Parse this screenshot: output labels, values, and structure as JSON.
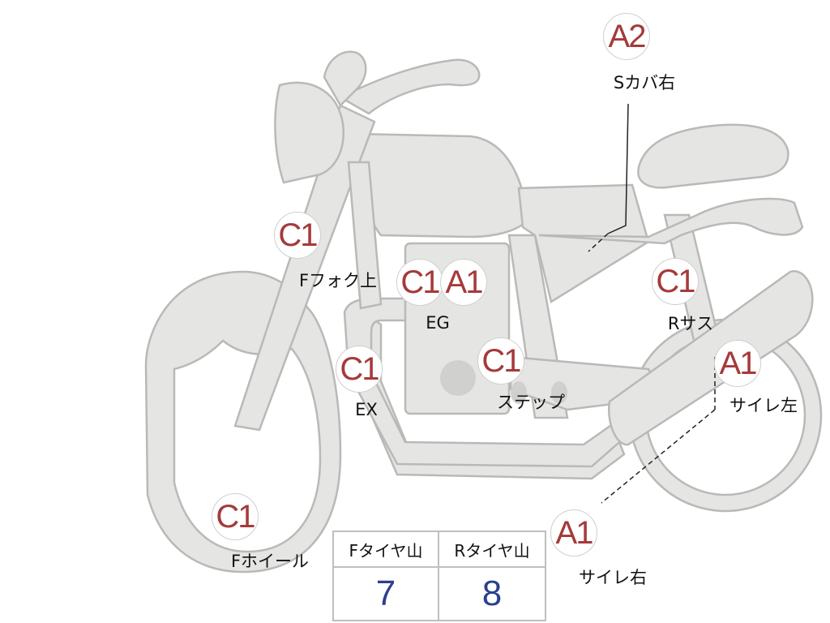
{
  "badges": [
    {
      "id": "a2-side-cover-right",
      "code": "A2",
      "label": "Sカバ右"
    },
    {
      "id": "c1-front-fork-upper",
      "code": "C1",
      "label": "Fフォク上"
    },
    {
      "id": "c1-engine",
      "code": "C1",
      "label": ""
    },
    {
      "id": "a1-engine",
      "code": "A1",
      "label": "EG"
    },
    {
      "id": "c1-rear-suspension",
      "code": "C1",
      "label": "Rサス"
    },
    {
      "id": "c1-exhaust",
      "code": "C1",
      "label": "EX"
    },
    {
      "id": "c1-step",
      "code": "C1",
      "label": "ステップ"
    },
    {
      "id": "a1-silencer-left",
      "code": "A1",
      "label": "サイレ左"
    },
    {
      "id": "c1-front-wheel",
      "code": "C1",
      "label": "Fホイール"
    },
    {
      "id": "a1-silencer-right",
      "code": "A1",
      "label": "サイレ右"
    }
  ],
  "tread_table": {
    "front_header": "Fタイヤ山",
    "rear_header": "Rタイヤ山",
    "front_value": "7",
    "rear_value": "8"
  },
  "colors": {
    "bike_fill": "#e5e5e3",
    "bike_outline": "#b9b9b7",
    "badge_text": "#a53a3a",
    "table_value": "#2c3f8f"
  }
}
